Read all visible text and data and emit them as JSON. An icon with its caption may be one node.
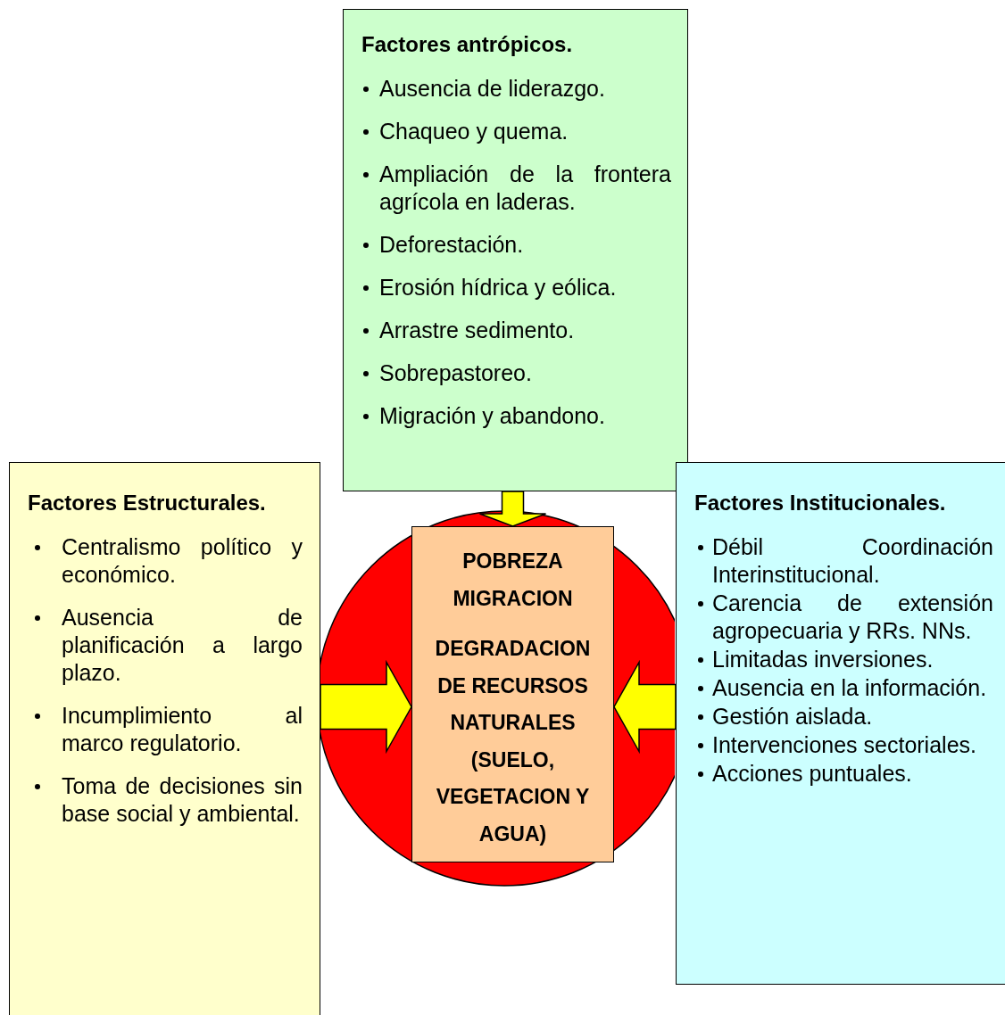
{
  "diagram": {
    "nodes": [
      {
        "text": [
          "Factores antrópicos.",
          "Ausencia de liderazgo.",
          "Chaqueo y quema.",
          "Ampliación de la frontera agrícola en laderas.",
          "Deforestación.",
          "Erosión hídrica y eólica.",
          "Arrastre sedimento.",
          "Sobrepastoreo.",
          "Migración y abandono."
        ]
      },
      {
        "text": [
          "Factores Estructurales.",
          "Centralismo político y económico.",
          "Ausencia de planificación a largo plazo.",
          "Incumplimiento al marco regulatorio.",
          "Toma de decisiones sin base social y ambiental."
        ]
      },
      {
        "text": [
          "Factores Institucionales.",
          "Débil Coordinación Interinstitucional.",
          "Carencia de extensión agropecuaria y RRs. NNs.",
          "Limitadas inversiones.",
          "Ausencia en la información.",
          "Gestión aislada.",
          "Intervenciones sectoriales.",
          "Acciones puntuales."
        ]
      },
      {
        "text": [],
        "shape": "circle"
      },
      {
        "text": [
          "POBREZA",
          "MIGRACION",
          "DEGRADACION DE RECURSOS NATURALES (SUELO, VEGETACION Y AGUA)"
        ],
        "in": 3
      }
    ],
    "edges": [
      {
        "from": 0,
        "to": 4,
        "arrow": "to"
      },
      {
        "from": 1,
        "to": 4,
        "arrow": "to"
      },
      {
        "from": 2,
        "to": 4,
        "arrow": "to"
      }
    ]
  }
}
